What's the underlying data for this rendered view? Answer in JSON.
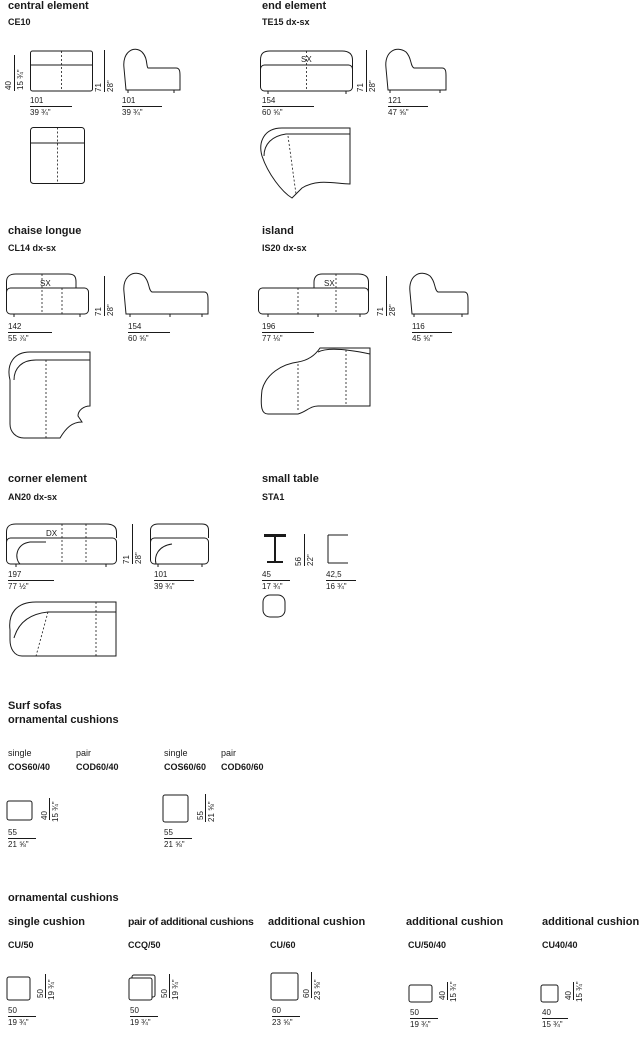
{
  "central": {
    "title": "central element",
    "code": "CE10",
    "h_metric": "40",
    "h_inch": "15 ¾\"",
    "w_metric": "101",
    "w_inch": "39 ¾\"",
    "side_h_metric": "71",
    "side_h_inch": "28\"",
    "side_w_metric": "101",
    "side_w_inch": "39 ¾\""
  },
  "end": {
    "title": "end element",
    "code": "TE15 dx-sx",
    "mark": "SX",
    "w_metric": "154",
    "w_inch": "60 ⅝\"",
    "h_metric": "71",
    "h_inch": "28\"",
    "side_w_metric": "121",
    "side_w_inch": "47 ⅝\""
  },
  "chaise": {
    "title": "chaise longue",
    "code": "CL14 dx-sx",
    "mark": "SX",
    "w_metric": "142",
    "w_inch": "55 ⅞\"",
    "h_metric": "71",
    "h_inch": "28\"",
    "side_w_metric": "154",
    "side_w_inch": "60 ⅝\""
  },
  "island": {
    "title": "island",
    "code": "IS20 dx-sx",
    "mark": "SX",
    "w_metric": "196",
    "w_inch": "77 ⅛\"",
    "h_metric": "71",
    "h_inch": "28\"",
    "side_w_metric": "116",
    "side_w_inch": "45 ⅝\""
  },
  "corner": {
    "title": "corner element",
    "code": "AN20 dx-sx",
    "mark": "DX",
    "w_metric": "197",
    "w_inch": "77 ½\"",
    "h_metric": "71",
    "h_inch": "28\"",
    "side_w_metric": "101",
    "side_w_inch": "39 ¾\""
  },
  "table": {
    "title": "small table",
    "code": "STA1",
    "w_metric": "45",
    "w_inch": "17 ¾\"",
    "h_metric": "56",
    "h_inch": "22\"",
    "side_w_metric": "42,5",
    "side_w_inch": "16 ¾\""
  },
  "surf": {
    "title1": "Surf sofas",
    "title2": "ornamental cushions",
    "items": [
      {
        "sub": "single",
        "code": "COS60/40"
      },
      {
        "sub": "pair",
        "code": "COD60/40"
      },
      {
        "sub": "single",
        "code": "COS60/60"
      },
      {
        "sub": "pair",
        "code": "COD60/60"
      }
    ],
    "a_h_metric": "40",
    "a_h_inch": "15 ¾\"",
    "a_w_metric": "55",
    "a_w_inch": "21 ⅝\"",
    "b_h_metric": "55",
    "b_h_inch": "21 ⅝\"",
    "b_w_metric": "55",
    "b_w_inch": "21 ⅝\""
  },
  "orn": {
    "title": "ornamental  cushions",
    "items": [
      {
        "title": "single cushion",
        "code": "CU/50",
        "h_metric": "50",
        "h_inch": "19 ¾\"",
        "w_metric": "50",
        "w_inch": "19 ¾\""
      },
      {
        "title": "pair of additional cushions",
        "code": "CCQ/50",
        "h_metric": "50",
        "h_inch": "19 ¾\"",
        "w_metric": "50",
        "w_inch": "19 ¾\""
      },
      {
        "title": "additional cushion",
        "code": "CU/60",
        "h_metric": "60",
        "h_inch": "23 ⅝\"",
        "w_metric": "60",
        "w_inch": "23 ⅝\""
      },
      {
        "title": "additional cushion",
        "code": "CU/50/40",
        "h_metric": "40",
        "h_inch": "15 ¾\"",
        "w_metric": "50",
        "w_inch": "19 ¾\""
      },
      {
        "title": "additional cushion",
        "code": "CU40/40",
        "h_metric": "40",
        "h_inch": "15 ¾\"",
        "w_metric": "40",
        "w_inch": "15 ¾\""
      }
    ]
  }
}
